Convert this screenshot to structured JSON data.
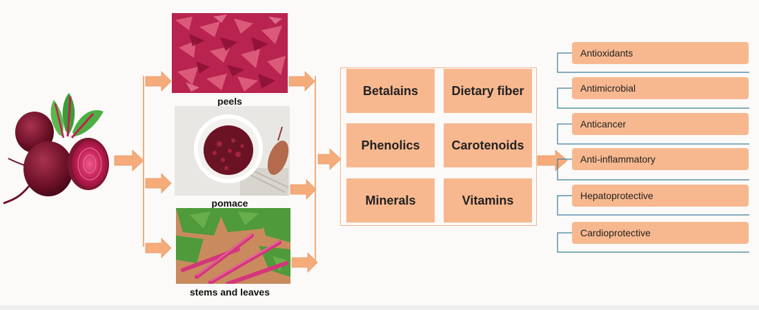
{
  "sources": [
    {
      "label": "peels"
    },
    {
      "label": "pomace"
    },
    {
      "label": "stems and leaves"
    }
  ],
  "compounds": [
    {
      "label": "Betalains"
    },
    {
      "label": "Dietary fiber"
    },
    {
      "label": "Phenolics"
    },
    {
      "label": "Carotenoids"
    },
    {
      "label": "Minerals"
    },
    {
      "label": "Vitamins"
    }
  ],
  "effects": [
    {
      "label": "Antioxidants"
    },
    {
      "label": "Antimicrobial"
    },
    {
      "label": "Anticancer"
    },
    {
      "label": "Anti-inflammatory"
    },
    {
      "label": "Hepatoprotective"
    },
    {
      "label": "Cardioprotective"
    }
  ],
  "colors": {
    "box_fill": "#f8b88f",
    "arrow": "#f5ab7a",
    "effect_rail": "#3c7d9b",
    "beet": "#7a1730",
    "leaf": "#3f9b3a"
  }
}
